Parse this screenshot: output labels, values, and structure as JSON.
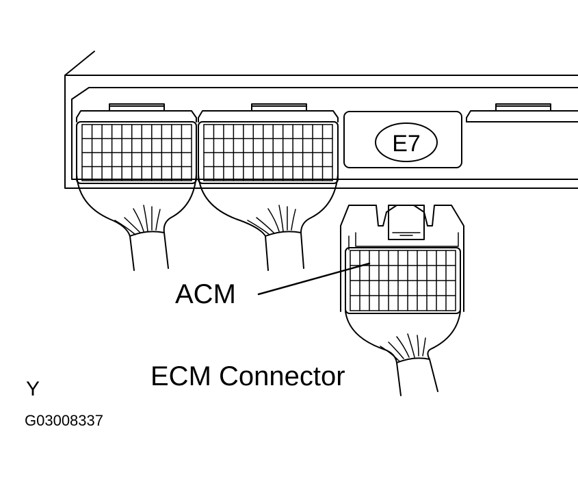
{
  "diagram": {
    "connector_tag": "E7",
    "acm_label": "ACM",
    "title": "ECM Connector",
    "corner_letter": "Y",
    "figure_code": "G03008337",
    "line_color": "#000000",
    "background": "#ffffff"
  }
}
